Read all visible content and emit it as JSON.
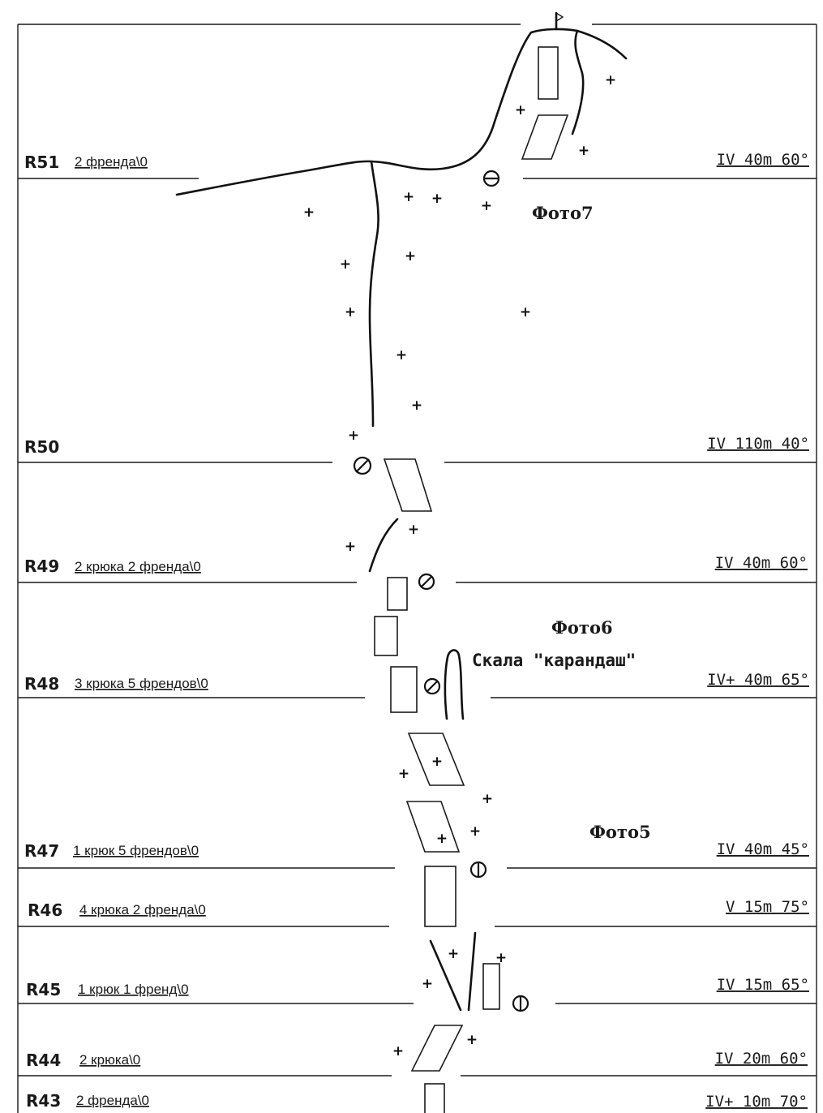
{
  "pitches": [
    {
      "code": "R51",
      "gear": "2 френда\\0",
      "grade": "IV 40m 60°"
    },
    {
      "code": "R50",
      "gear": "",
      "grade": "IV 110m 40°"
    },
    {
      "code": "R49",
      "gear": "2 крюка 2 френда\\0",
      "grade": "IV 40m 60°"
    },
    {
      "code": "R48",
      "gear": "3 крюка 5 френдов\\0",
      "grade": "IV+ 40m 65°"
    },
    {
      "code": "R47",
      "gear": "1 крюк 5 френдов\\0",
      "grade": "IV 40m 45°"
    },
    {
      "code": "R46",
      "gear": "4 крюка 2 френда\\0",
      "grade": "V 15m 75°"
    },
    {
      "code": "R45",
      "gear": "1 крюк 1 френд\\0",
      "grade": "IV 15m 65°"
    },
    {
      "code": "R44",
      "gear": "2 крюка\\0",
      "grade": "IV 20m 60°"
    },
    {
      "code": "R43",
      "gear": "2 френда\\0",
      "grade": "IV+ 10m 70°"
    }
  ],
  "photos": {
    "photo7": "Фото7",
    "photo6": "Фото6",
    "photo5": "Фото5"
  },
  "notes": {
    "pencil_rock": "Скала \"карандаш\""
  },
  "markers": {
    "plus": "+"
  }
}
